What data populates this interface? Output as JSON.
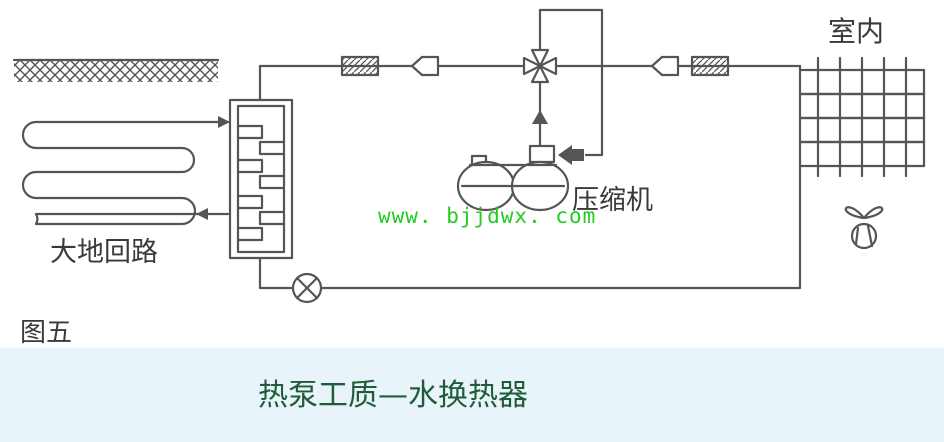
{
  "labels": {
    "indoor": "室内",
    "ground_loop": "大地回路",
    "compressor": "压缩机",
    "figure": "图五",
    "watermark_url": "www. bjjdwx. com"
  },
  "caption": {
    "text": "热泵工质—水换热器"
  },
  "colors": {
    "line": "#555555",
    "caption_band": "#e8f4fa",
    "caption_text": "#1f5c3a",
    "watermark": "#22cc22"
  }
}
